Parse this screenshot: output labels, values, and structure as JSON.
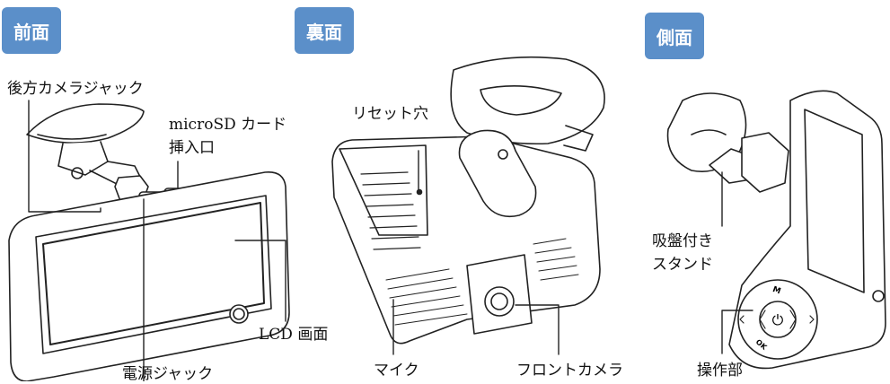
{
  "sections": {
    "front": "前面",
    "back": "裏面",
    "side": "側面"
  },
  "front_labels": {
    "rear_camera_jack": "後方カメラジャック",
    "microsd_line1": "microSD カード",
    "microsd_line2": "挿入口",
    "lcd_screen": "LCD 画面",
    "power_jack": "電源ジャック"
  },
  "back_labels": {
    "reset_hole": "リセット穴",
    "mic": "マイク",
    "front_camera": "フロントカメラ"
  },
  "side_labels": {
    "suction_line1": "吸盤付き",
    "suction_line2": "スタンド",
    "controls": "操作部"
  },
  "button_marks": {
    "m": "M",
    "ok": "OK",
    "power": "⏻"
  },
  "colors": {
    "badge_bg": "#5b8fc9",
    "badge_text": "#ffffff",
    "line": "#222222"
  }
}
